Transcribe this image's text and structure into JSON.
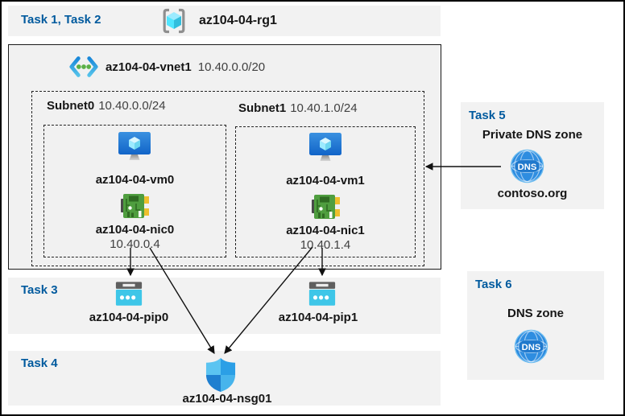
{
  "header": {
    "task_label": "Task 1, Task 2",
    "resource_group_name": "az104-04-rg1"
  },
  "vnet": {
    "name": "az104-04-vnet1",
    "cidr": "10.40.0.0/20",
    "subnets": [
      {
        "name": "Subnet0",
        "cidr": "10.40.0.0/24",
        "vm_name": "az104-04-vm0",
        "nic_name": "az104-04-nic0",
        "nic_ip": "10.40.0.4"
      },
      {
        "name": "Subnet1",
        "cidr": "10.40.1.0/24",
        "vm_name": "az104-04-vm1",
        "nic_name": "az104-04-nic1",
        "nic_ip": "10.40.1.4"
      }
    ]
  },
  "task3": {
    "label": "Task 3",
    "pip0_name": "az104-04-pip0",
    "pip1_name": "az104-04-pip1"
  },
  "task4": {
    "label": "Task 4",
    "nsg_name": "az104-04-nsg01"
  },
  "task5": {
    "label": "Task 5",
    "title": "Private DNS zone",
    "zone_name": "contoso.org"
  },
  "task6": {
    "label": "Task 6",
    "title": "DNS zone"
  },
  "icons": {
    "dns_label": "DNS"
  },
  "colors": {
    "task_label_blue": "#005a9e",
    "band_gray": "#f2f2f2",
    "vnet_gray": "#f1f1f1",
    "pip_cyan": "#3ec6e8",
    "nic_green": "#4f9e3f",
    "dns_blue": "#2e8de0",
    "vm_blue": "#1164c8",
    "cube_cyan": "#50e6ff"
  },
  "connections": [
    {
      "from": "az104-04-nic0",
      "to": "az104-04-pip0"
    },
    {
      "from": "az104-04-nic1",
      "to": "az104-04-pip1"
    },
    {
      "from": "az104-04-nic0",
      "to": "az104-04-nsg01"
    },
    {
      "from": "az104-04-nic1",
      "to": "az104-04-nsg01"
    },
    {
      "from": "Private DNS zone contoso.org",
      "to": "az104-04-vnet1 Subnet1"
    }
  ]
}
